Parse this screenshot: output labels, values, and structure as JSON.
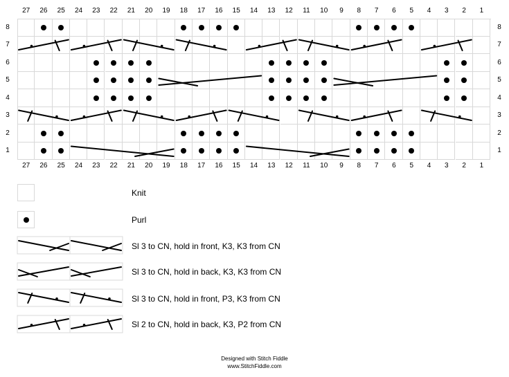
{
  "chart": {
    "columns": [
      27,
      26,
      25,
      24,
      23,
      22,
      21,
      20,
      19,
      18,
      17,
      16,
      15,
      14,
      13,
      12,
      11,
      10,
      9,
      8,
      7,
      6,
      5,
      4,
      3,
      2,
      1
    ],
    "rows": [
      8,
      7,
      6,
      5,
      4,
      3,
      2,
      1
    ],
    "purl_stitches": [
      {
        "row": 8,
        "cols": [
          26,
          25,
          18,
          17,
          16,
          15,
          8,
          7,
          6,
          5
        ]
      },
      {
        "row": 6,
        "cols": [
          23,
          22,
          21,
          20,
          13,
          12,
          11,
          10,
          3,
          2
        ]
      },
      {
        "row": 5,
        "cols": [
          23,
          22,
          21,
          20,
          13,
          12,
          11,
          10,
          3,
          2
        ]
      },
      {
        "row": 4,
        "cols": [
          23,
          22,
          21,
          20,
          13,
          12,
          11,
          10,
          3,
          2
        ]
      },
      {
        "row": 2,
        "cols": [
          26,
          25,
          18,
          17,
          16,
          15,
          8,
          7,
          6,
          5
        ]
      },
      {
        "row": 1,
        "cols": [
          26,
          25,
          18,
          17,
          16,
          15,
          8,
          7,
          6,
          5
        ]
      }
    ],
    "cables": [
      {
        "row": 7,
        "start": 27,
        "width": 3,
        "type": "k3-p2-back"
      },
      {
        "row": 7,
        "start": 24,
        "width": 3,
        "type": "k3-p2-back"
      },
      {
        "row": 7,
        "start": 21,
        "width": 3,
        "type": "p3-k3-front"
      },
      {
        "row": 7,
        "start": 18,
        "width": 3,
        "type": "p3-k3-front"
      },
      {
        "row": 7,
        "start": 14,
        "width": 3,
        "type": "k3-p2-back"
      },
      {
        "row": 7,
        "start": 11,
        "width": 3,
        "type": "p3-k3-front"
      },
      {
        "row": 7,
        "start": 8,
        "width": 3,
        "type": "k3-p2-back"
      },
      {
        "row": 7,
        "start": 4,
        "width": 3,
        "type": "k3-p2-back"
      },
      {
        "row": 5,
        "start": 19,
        "width": 6,
        "type": "k3-k3-back"
      },
      {
        "row": 5,
        "start": 9,
        "width": 6,
        "type": "k3-k3-back"
      },
      {
        "row": 3,
        "start": 27,
        "width": 3,
        "type": "p3-k3-front"
      },
      {
        "row": 3,
        "start": 24,
        "width": 3,
        "type": "k3-p2-back"
      },
      {
        "row": 3,
        "start": 21,
        "width": 3,
        "type": "p3-k3-front"
      },
      {
        "row": 3,
        "start": 18,
        "width": 3,
        "type": "k3-p2-back"
      },
      {
        "row": 3,
        "start": 15,
        "width": 3,
        "type": "p3-k3-front"
      },
      {
        "row": 3,
        "start": 11,
        "width": 3,
        "type": "p3-k3-front"
      },
      {
        "row": 3,
        "start": 8,
        "width": 3,
        "type": "k3-p2-back"
      },
      {
        "row": 3,
        "start": 4,
        "width": 3,
        "type": "p3-k3-front"
      },
      {
        "row": 1,
        "start": 24,
        "width": 6,
        "type": "k3-k3-front"
      },
      {
        "row": 1,
        "start": 14,
        "width": 6,
        "type": "k3-k3-front"
      }
    ]
  },
  "legend": [
    {
      "key": "knit",
      "label": "Knit"
    },
    {
      "key": "purl",
      "label": "Purl"
    },
    {
      "key": "k3-k3-front",
      "label": "Sl 3 to CN, hold in front, K3, K3 from CN"
    },
    {
      "key": "k3-k3-back",
      "label": "Sl 3 to CN, hold in back, K3, K3 from CN"
    },
    {
      "key": "p3-k3-front",
      "label": "Sl 3 to CN, hold in front, P3, K3 from CN"
    },
    {
      "key": "k3-p2-back",
      "label": "Sl 2 to CN, hold in back, K3, P2 from CN"
    }
  ],
  "footer": {
    "line1": "Designed with Stitch Fiddle",
    "line2": "www.StitchFiddle.com"
  },
  "colors": {
    "ink": "#000000",
    "grid": "#d8d8d8",
    "background": "#ffffff"
  }
}
